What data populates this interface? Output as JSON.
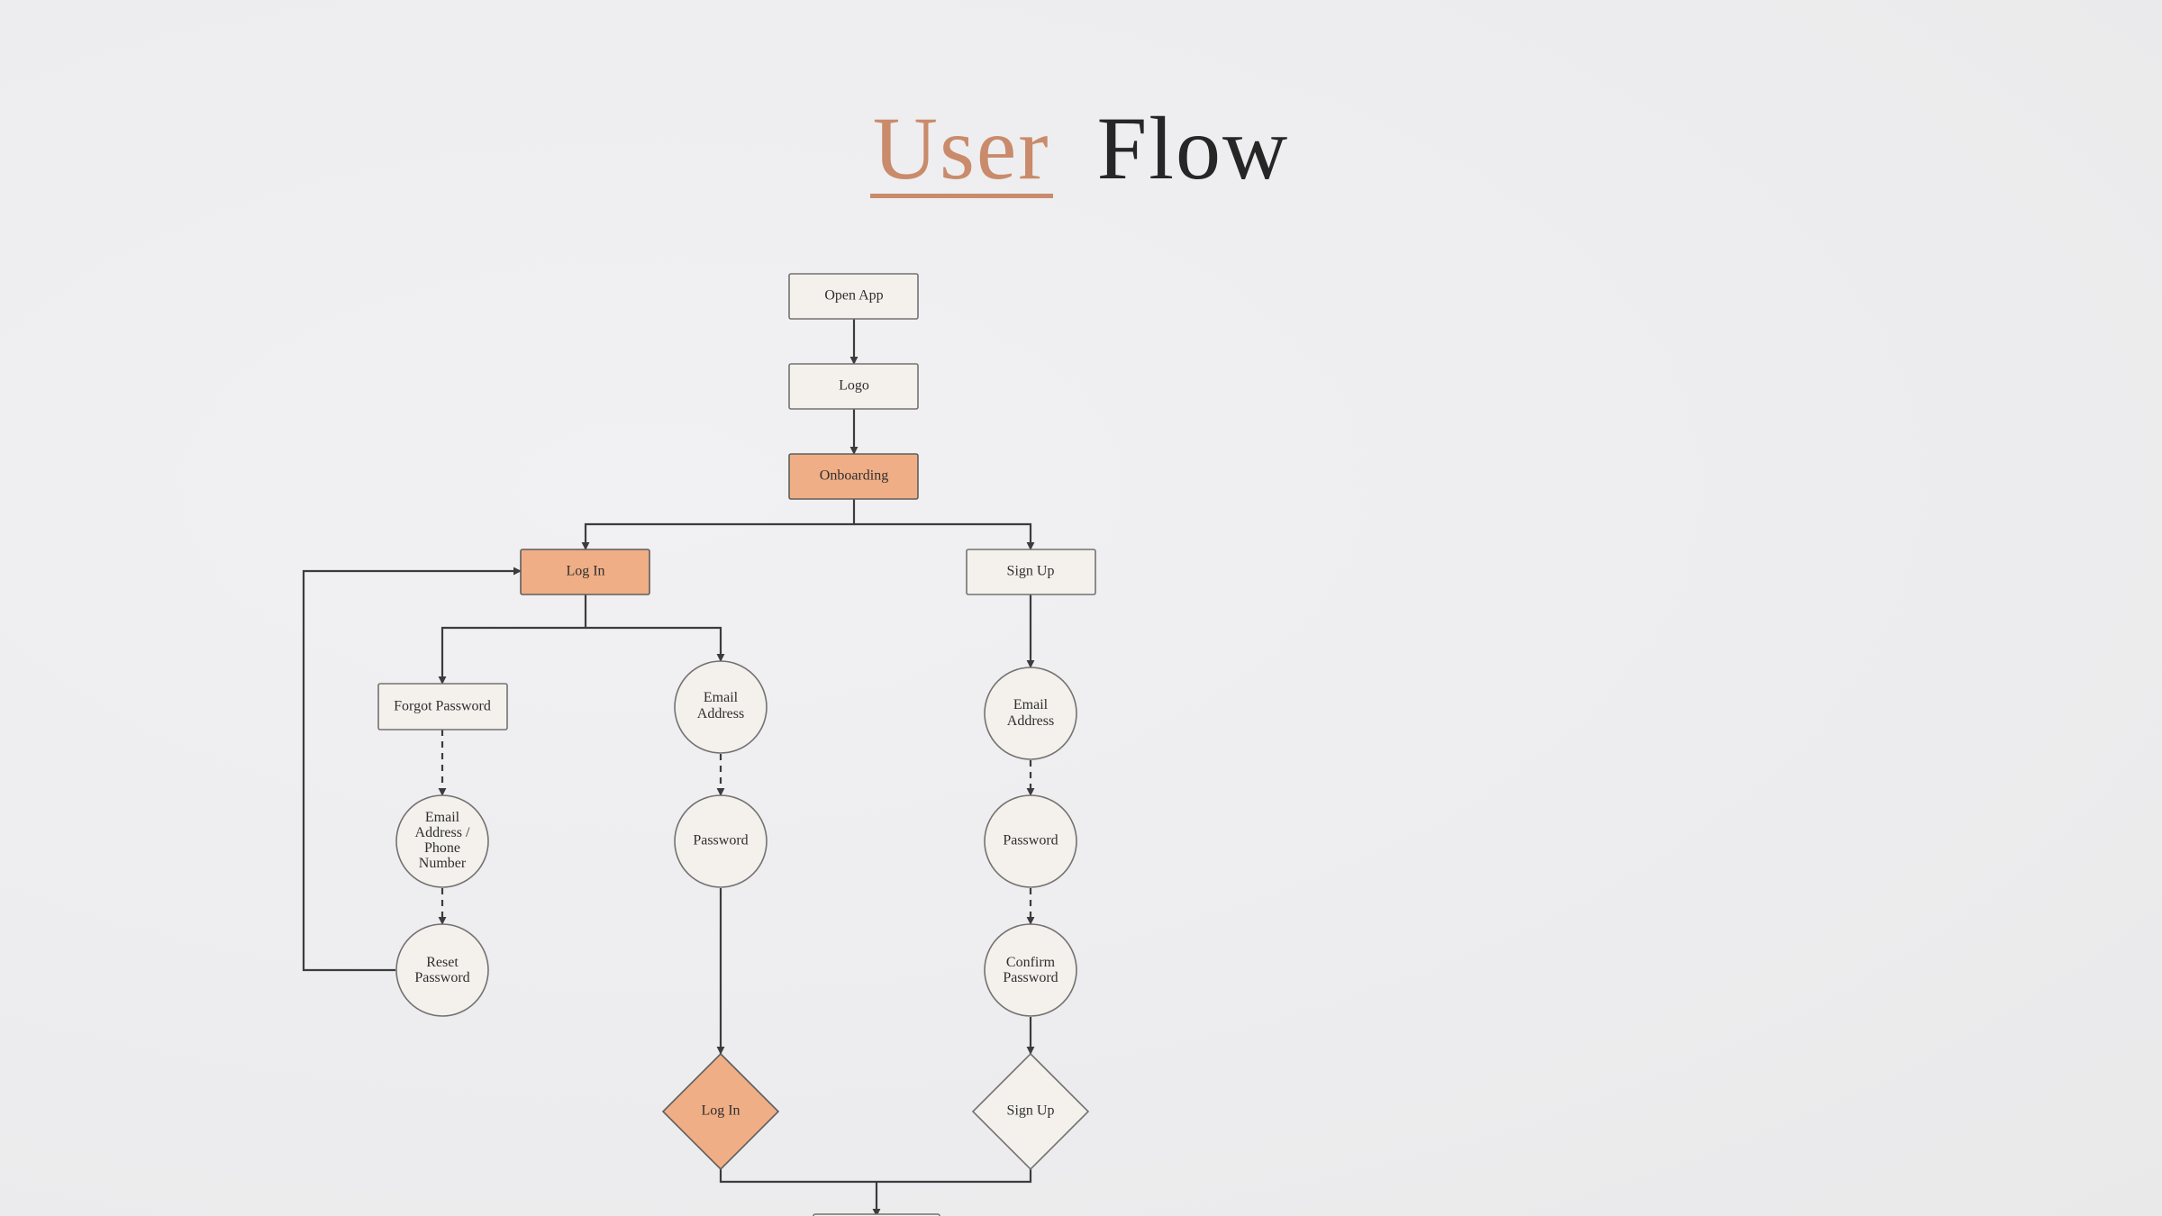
{
  "title": {
    "word1": "User",
    "word2": "Flow"
  },
  "colors": {
    "accent": "#c98b6b",
    "highlight": "#f0ae86",
    "node_fill": "#f4f1ec",
    "title_dark": "#262626"
  },
  "nodes": {
    "open_app": "Open App",
    "logo": "Logo",
    "onboarding": "Onboarding",
    "log_in": "Log In",
    "sign_up": "Sign Up",
    "forgot_password": "Forgot Password",
    "login_email": [
      "Email",
      "Address"
    ],
    "login_password": "Password",
    "reset_contact": [
      "Email",
      "Address /",
      "Phone",
      "Number"
    ],
    "reset_password": [
      "Reset",
      "Password"
    ],
    "signup_email": [
      "Email",
      "Address"
    ],
    "signup_password": "Password",
    "confirm_password": [
      "Confirm",
      "Password"
    ],
    "log_in_decision": "Log In",
    "sign_up_decision": "Sign Up"
  }
}
